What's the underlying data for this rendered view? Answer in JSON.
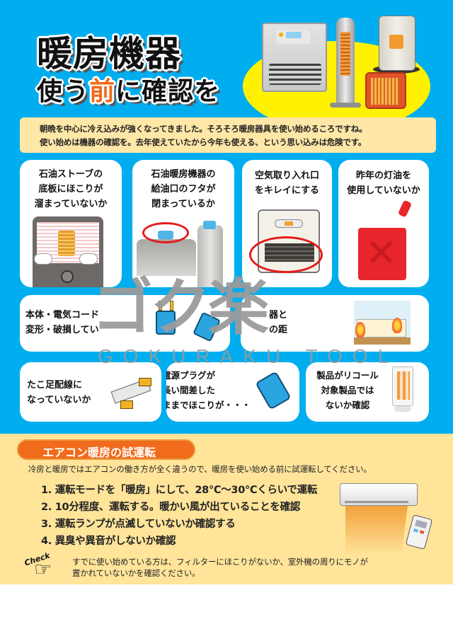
{
  "header": {
    "title_line1": "暖房機器",
    "title_line2_pre": "使う",
    "title_line2_accent": "前",
    "title_line2_post": "に確認を",
    "accent_color": "#f26a1b",
    "background_color": "#00aeef"
  },
  "intro": {
    "line1": "朝晩を中心に冷え込みが強くなってきました。そろそろ暖房器具を使い始めるころですね。",
    "line2": "使い始めは機器の確認を。去年使えていたから今年も使える、という思い込みは危険です。"
  },
  "checklist": {
    "row1": [
      {
        "lines": [
          "石油ストーブの",
          "底板にほこりが",
          "溜まっていないか"
        ],
        "image": "kerosene-stove-dust"
      },
      {
        "lines": [
          "石油暖房機器の",
          "給油口のフタが",
          "閉まっているか"
        ],
        "image": "fuel-tank-cap"
      },
      {
        "lines": [
          "空気取り入れ口",
          "をキレイにする"
        ],
        "image": "fan-heater-intake"
      },
      {
        "lines": [
          "昨年の灯油を",
          "使用していないか"
        ],
        "image": "red-jerry-can"
      }
    ],
    "row2": [
      {
        "lines": [
          "本体・電気コード",
          "変形・破損してい"
        ],
        "image": "damaged-plug",
        "partially_hidden": true
      },
      {
        "lines": [
          "器と",
          "の距"
        ],
        "image": "laundry-fire",
        "partially_hidden": true
      }
    ],
    "row3": [
      {
        "lines": [
          "たこ足配線に",
          "なっていないか"
        ],
        "image": "overloaded-power-strip"
      },
      {
        "lines": [
          "電源プラグが",
          "長い間差した",
          "ままでほこりが・・・"
        ],
        "image": "dusty-plug"
      },
      {
        "lines": [
          "製品がリコール",
          "対象製品では",
          "ないか確認"
        ],
        "image": "halogen-heater"
      }
    ]
  },
  "watermark": {
    "logo": "ゴク楽",
    "subtitle": "GOKURAKU TOOL"
  },
  "aircon": {
    "section_title": "エアコン暖房の試運転",
    "lead": "冷房と暖房ではエアコンの働き方が全く違うので、暖房を使い始める前に試運転してください。",
    "steps": [
      "1. 運転モードを「暖房」にして、28℃～30℃くらいで運転",
      "2. 10分程度、運転する。暖かい風が出ていることを確認",
      "3. 運転ランプが点滅していないか確認する",
      "4. 異臭や異音がしないか確認"
    ],
    "check_label": "Check",
    "check_note_line1": "すでに使い始めている方は、フィルターにほこりがないか、室外機の周りにモノが",
    "check_note_line2": "置かれていないかを確認ください。",
    "pill_color": "#f26a1b",
    "section_bg": "#ffe49a"
  }
}
